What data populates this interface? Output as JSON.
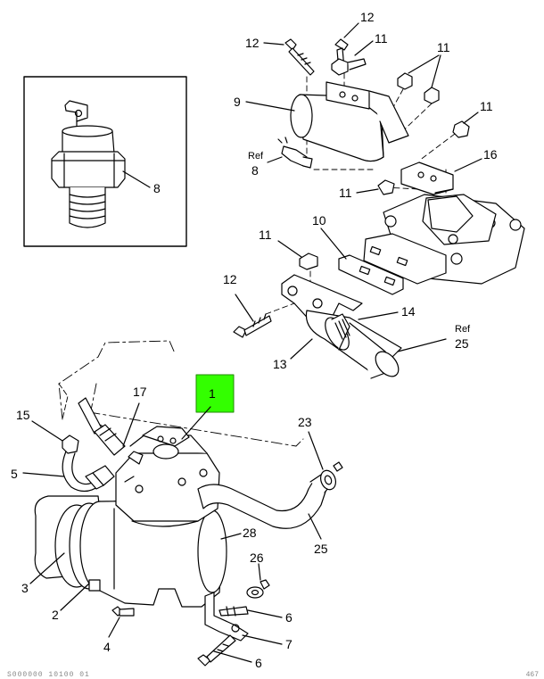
{
  "callout": {
    "label": "1",
    "color": "#33ff00"
  },
  "labels": {
    "l12a": "12",
    "l12b": "12",
    "l11a": "11",
    "l11b": "11",
    "l11c": "11",
    "l9": "9",
    "ref8_ref": "Ref",
    "ref8_num": "8",
    "l16": "16",
    "l11d": "11",
    "l11e": "11",
    "l10": "10",
    "l12c": "12",
    "l14": "14",
    "ref25_ref": "Ref",
    "ref25_num": "25",
    "l13": "13",
    "l8": "8",
    "l15": "15",
    "l17": "17",
    "l23": "23",
    "l5": "5",
    "l28": "28",
    "l25": "25",
    "l26": "26",
    "l3": "3",
    "l2": "2",
    "l4": "4",
    "l6a": "6",
    "l7": "7",
    "l6b": "6"
  },
  "footer": {
    "left": "S000000 10100 01",
    "right": "467"
  }
}
